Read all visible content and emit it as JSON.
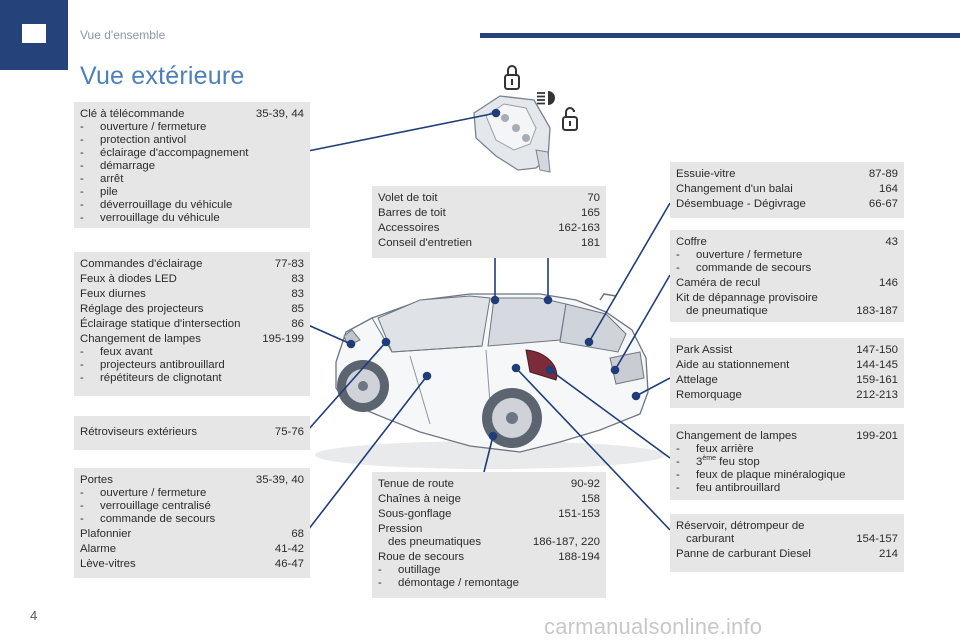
{
  "header": {
    "section": "Vue d'ensemble",
    "title": "Vue extérieure"
  },
  "page_number": "4",
  "watermark": "carmanualsonline.info",
  "boxes": {
    "key": {
      "head": {
        "label": "Clé à télécommande",
        "pages": "35-39, 44"
      },
      "items": [
        "ouverture / fermeture",
        "protection antivol",
        "éclairage d'accompagnement",
        "démarrage",
        "arrêt",
        "pile",
        "déverrouillage du véhicule",
        "verrouillage du véhicule"
      ]
    },
    "lighting": {
      "rows": [
        {
          "label": "Commandes d'éclairage",
          "pages": "77-83"
        },
        {
          "label": "Feux à diodes LED",
          "pages": "83"
        },
        {
          "label": "Feux diurnes",
          "pages": "83"
        },
        {
          "label": "Réglage des projecteurs",
          "pages": "85"
        },
        {
          "label": "Éclairage statique d'intersection",
          "pages": "86"
        },
        {
          "label": "Changement de lampes",
          "pages": "195-199"
        }
      ],
      "items": [
        "feux avant",
        "projecteurs antibrouillard",
        "répétiteurs de clignotant"
      ]
    },
    "mirrors": {
      "label": "Rétroviseurs extérieurs",
      "pages": "75-76"
    },
    "doors": {
      "head": {
        "label": "Portes",
        "pages": "35-39, 40"
      },
      "items": [
        "ouverture / fermeture",
        "verrouillage centralisé",
        "commande de secours"
      ],
      "rows": [
        {
          "label": "Plafonnier",
          "pages": "68"
        },
        {
          "label": "Alarme",
          "pages": "41-42"
        },
        {
          "label": "Lève-vitres",
          "pages": "46-47"
        }
      ]
    },
    "roof": {
      "rows": [
        {
          "label": "Volet de toit",
          "pages": "70"
        },
        {
          "label": "Barres de toit",
          "pages": "165"
        },
        {
          "label": "Accessoires",
          "pages": "162-163"
        },
        {
          "label": "Conseil d'entretien",
          "pages": "181"
        }
      ]
    },
    "tyres": {
      "rows": [
        {
          "label": "Tenue de route",
          "pages": "90-92"
        },
        {
          "label": "Chaînes à neige",
          "pages": "158"
        },
        {
          "label": "Sous-gonflage",
          "pages": "151-153"
        }
      ],
      "pressure_label": "Pression",
      "pressure_cont": "des pneumatiques",
      "pressure_pages": "186-187, 220",
      "spare": {
        "label": "Roue de secours",
        "pages": "188-194"
      },
      "items": [
        "outillage",
        "démontage / remontage"
      ]
    },
    "wiper": {
      "rows": [
        {
          "label": "Essuie-vitre",
          "pages": "87-89"
        },
        {
          "label": "Changement d'un balai",
          "pages": "164"
        },
        {
          "label": "Désembuage - Dégivrage",
          "pages": "66-67"
        }
      ]
    },
    "boot": {
      "head": {
        "label": "Coffre",
        "pages": "43"
      },
      "items": [
        "ouverture / fermeture",
        "commande de secours"
      ],
      "camera": {
        "label": "Caméra de recul",
        "pages": "146"
      },
      "kit_label": "Kit de dépannage provisoire",
      "kit_cont": "de pneumatique",
      "kit_pages": "183-187"
    },
    "parking": {
      "rows": [
        {
          "label": "Park Assist",
          "pages": "147-150"
        },
        {
          "label": "Aide au stationnement",
          "pages": "144-145"
        },
        {
          "label": "Attelage",
          "pages": "159-161"
        },
        {
          "label": "Remorquage",
          "pages": "212-213"
        }
      ]
    },
    "rear_lamps": {
      "head": {
        "label": "Changement de lampes",
        "pages": "199-201"
      },
      "item1": "feux arrière",
      "item2_num": "3",
      "item2_sup": "ème",
      "item2_rest": " feu stop",
      "item3": "feux de plaque minéralogique",
      "item4": "feu antibrouillard"
    },
    "fuel": {
      "label": "Réservoir, détrompeur de",
      "cont": "carburant",
      "pages": "154-157",
      "row": {
        "label": "Panne de carburant Diesel",
        "pages": "214"
      }
    }
  },
  "dash": "-",
  "colors": {
    "accent": "#26427a",
    "title": "#4d7fb8",
    "box": "#e6e6e6",
    "leader": "#1f3d78"
  },
  "icons": [
    "lock-closed-icon",
    "headlamp-icon",
    "lock-open-icon",
    "car-illustration",
    "key-illustration"
  ]
}
